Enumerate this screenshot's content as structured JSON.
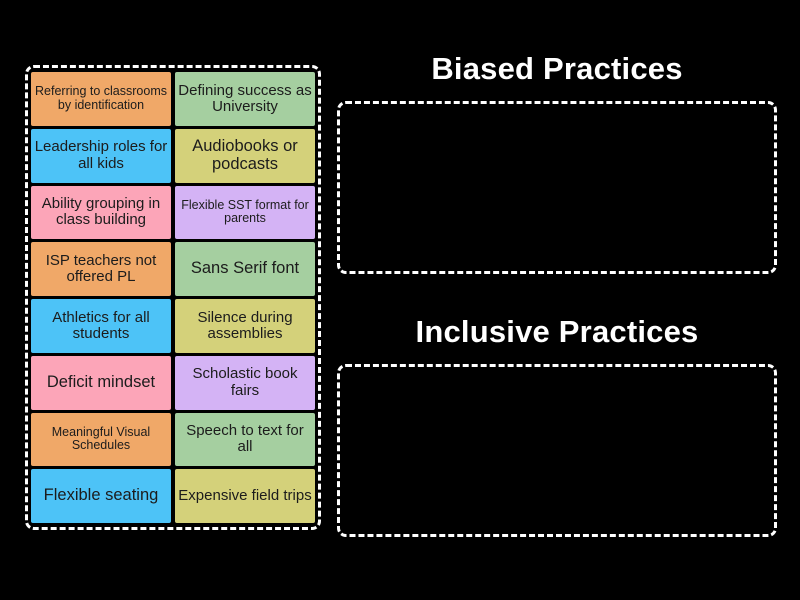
{
  "activity": {
    "type": "group-sort",
    "background_color": "#000000"
  },
  "tray": {
    "name": "draggable-tiles-tray",
    "tiles": [
      {
        "label": "Referring to classrooms by identification",
        "color": "#F0A868",
        "size": "sm"
      },
      {
        "label": "Defining success as University",
        "color": "#A5CFA0",
        "size": "md"
      },
      {
        "label": "Leadership roles for all kids",
        "color": "#4DC3F7",
        "size": "md"
      },
      {
        "label": "Audiobooks or podcasts",
        "color": "#D4D17A",
        "size": "lg"
      },
      {
        "label": "Ability grouping in class building",
        "color": "#FCA5B8",
        "size": "md"
      },
      {
        "label": "Flexible SST format for parents",
        "color": "#D4B3F5",
        "size": "sm"
      },
      {
        "label": "ISP teachers not offered PL",
        "color": "#F0A868",
        "size": "md"
      },
      {
        "label": "Sans Serif font",
        "color": "#A5CFA0",
        "size": "lg"
      },
      {
        "label": "Athletics for all students",
        "color": "#4DC3F7",
        "size": "md"
      },
      {
        "label": "Silence during assemblies",
        "color": "#D4D17A",
        "size": "md"
      },
      {
        "label": "Deficit mindset",
        "color": "#FCA5B8",
        "size": "lg"
      },
      {
        "label": "Scholastic book fairs",
        "color": "#D4B3F5",
        "size": "md"
      },
      {
        "label": "Meaningful Visual Schedules",
        "color": "#F0A868",
        "size": "sm"
      },
      {
        "label": "Speech to text for all",
        "color": "#A5CFA0",
        "size": "md"
      },
      {
        "label": "Flexible seating",
        "color": "#4DC3F7",
        "size": "lg"
      },
      {
        "label": "Expensive field trips",
        "color": "#D4D17A",
        "size": "md"
      }
    ]
  },
  "categories": [
    {
      "title": "Biased Practices",
      "items": []
    },
    {
      "title": "Inclusive Practices",
      "items": []
    }
  ],
  "colors": {
    "background": "#000000",
    "dashed_border": "#ffffff",
    "title_text": "#ffffff",
    "tile_text": "#1c1c1c",
    "orange": "#F0A868",
    "green": "#A5CFA0",
    "blue": "#4DC3F7",
    "khaki": "#D4D17A",
    "pink": "#FCA5B8",
    "purple": "#D4B3F5"
  }
}
